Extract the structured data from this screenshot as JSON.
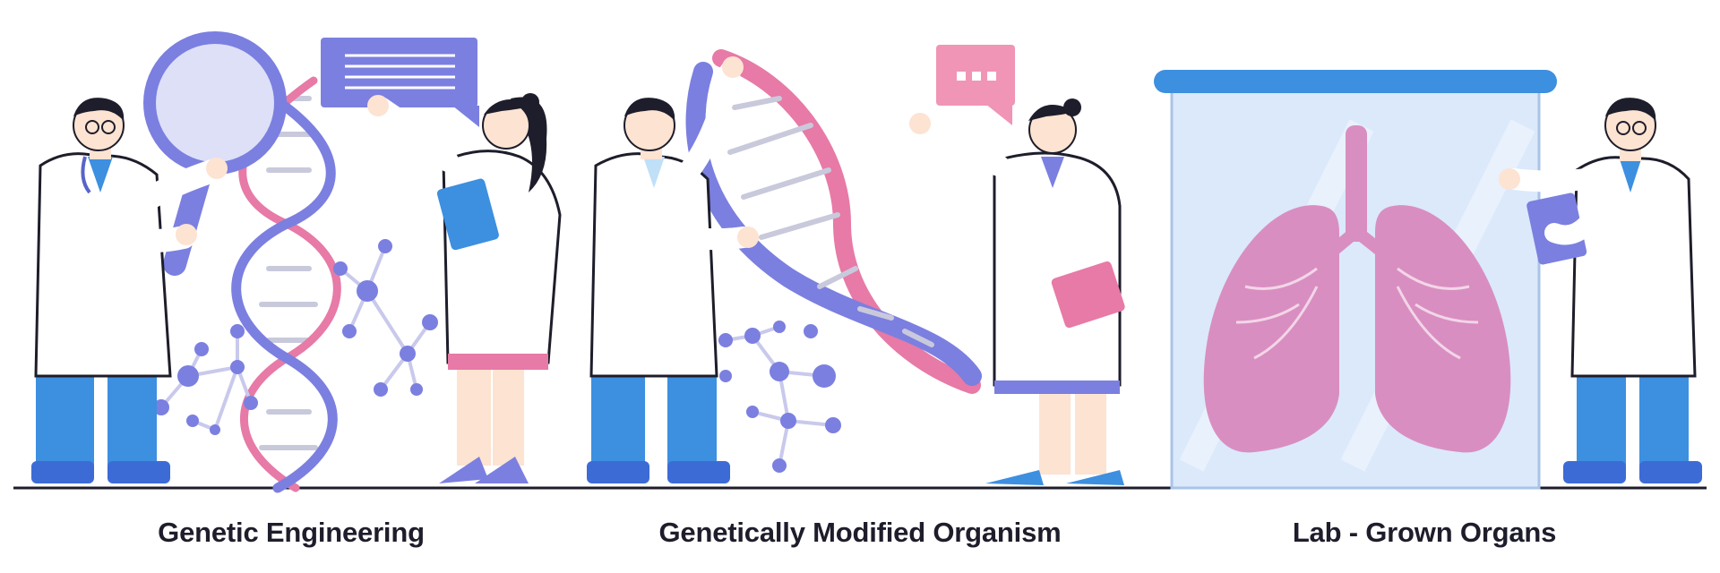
{
  "captions": {
    "panel_1": "Genetic Engineering",
    "panel_2": "Genetically Modified Organism",
    "panel_3": "Lab - Grown Organs"
  },
  "colors": {
    "purple": "#7b7fe0",
    "pink": "#e77aa6",
    "blue": "#3d8fe0",
    "coat": "#ffffff",
    "outline": "#1d1d2b",
    "skin": "#fde3d2",
    "glass": "#dbe9fb",
    "lung": "#d98ec1"
  }
}
